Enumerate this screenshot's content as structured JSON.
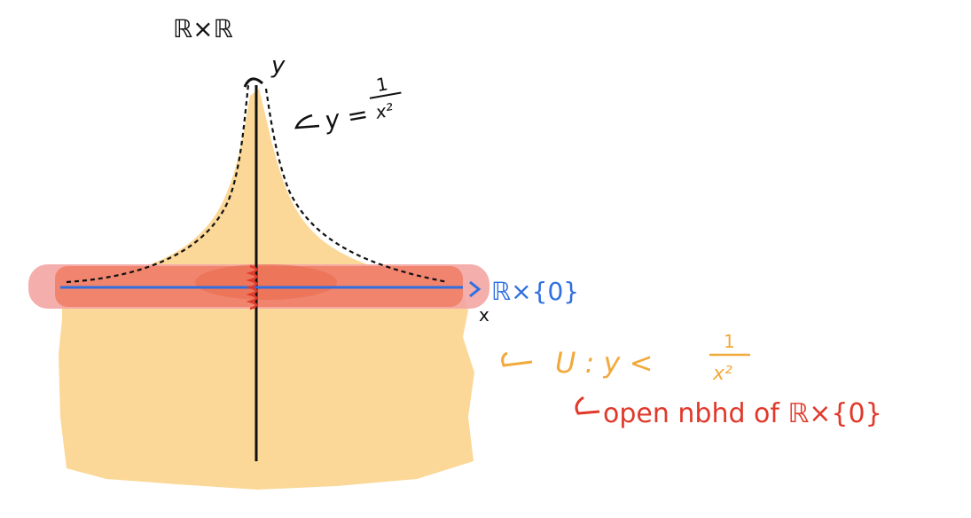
{
  "labels": {
    "space": "ℝ×ℝ",
    "y_axis": "y",
    "x_axis": "x",
    "curve": "y =",
    "curve_num": "1",
    "curve_den": "x²",
    "x_axis_set": "ℝ×{0}",
    "u_prefix": "U : y <",
    "u_num": "1",
    "u_den": "x²",
    "nbhd": "open nbhd of ℝ×{0}"
  },
  "colors": {
    "region_fill": "#fbd897",
    "band_red": "#f0826a",
    "band_pink": "#f3a5a3",
    "axis_blue": "#2f6fe0",
    "curve_black": "#111111",
    "label_orange": "#f2a93b",
    "label_red": "#e0392b"
  }
}
